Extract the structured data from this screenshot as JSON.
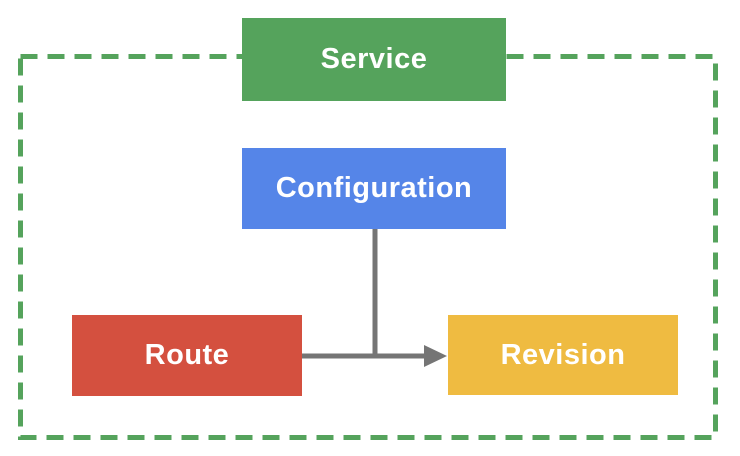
{
  "diagram": {
    "type": "flowchart",
    "frame": {
      "style": "dashed",
      "color": "#55A35C"
    },
    "connector": {
      "color": "#757575"
    },
    "text_color": "#FFFFFF",
    "nodes": [
      {
        "id": "service",
        "label": "Service",
        "color": "#55A35C"
      },
      {
        "id": "configuration",
        "label": "Configuration",
        "color": "#5585E8"
      },
      {
        "id": "route",
        "label": "Route",
        "color": "#D4503F"
      },
      {
        "id": "revision",
        "label": "Revision",
        "color": "#EFBB41"
      }
    ],
    "edges": [
      {
        "from": "configuration",
        "to": "revision",
        "arrow": false
      },
      {
        "from": "route",
        "to": "revision",
        "arrow": true
      }
    ]
  }
}
